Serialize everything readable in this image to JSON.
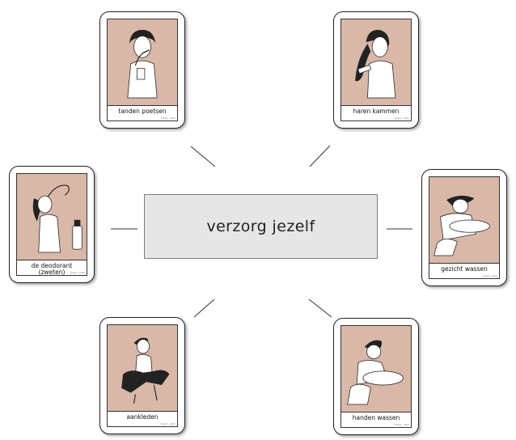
{
  "center": {
    "label": "verzorg jezelf"
  },
  "cards": [
    {
      "label": "tanden poetsen",
      "credit": "Sclera · picto"
    },
    {
      "label": "haren kammen",
      "credit": "Sclera · picto"
    },
    {
      "label": "de deodorant\n(zweten)",
      "credit": "Sclera · picto"
    },
    {
      "label": "gezicht wassen",
      "credit": "Sclera · picto"
    },
    {
      "label": "aankleden",
      "credit": "Sclera · picto"
    },
    {
      "label": "handen wassen",
      "credit": "Sclera · picto"
    }
  ],
  "colors": {
    "card_picture_bg": "#d9b8a8",
    "center_bg": "#e6e6e6"
  }
}
